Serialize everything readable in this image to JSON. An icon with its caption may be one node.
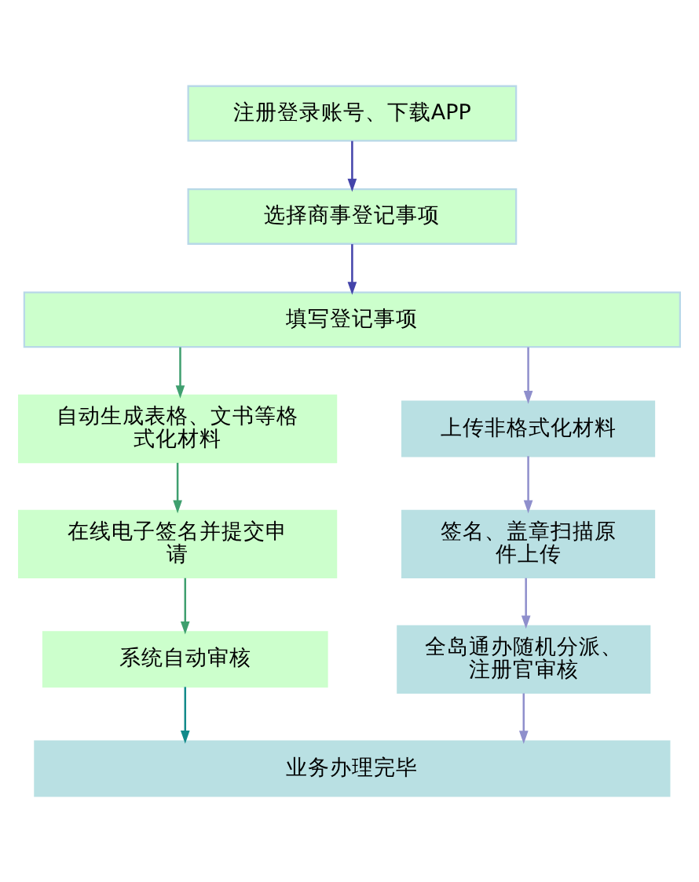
{
  "diagram": {
    "nodes": [
      {
        "text": [
          "注册登录账号、下载APP"
        ]
      },
      {
        "text": [
          "选择商事登记事项"
        ]
      },
      {
        "text": [
          "填写登记事项"
        ]
      },
      {
        "text": [
          "自动生成表格、文书等格式化材料"
        ]
      },
      {
        "text": [
          "上传非格式化材料"
        ]
      },
      {
        "text": [
          "在线电子签名并提交申请"
        ]
      },
      {
        "text": [
          "签名、盖章扫描原件上传"
        ]
      },
      {
        "text": [
          "系统自动审核"
        ]
      },
      {
        "text": [
          "全岛通办随机分派、注册官审核"
        ]
      },
      {
        "text": [
          "业务办理完毕"
        ]
      }
    ],
    "edges": [
      {
        "from": 0,
        "to": 1,
        "arrow": "to",
        "color": "#4444aa"
      },
      {
        "from": 1,
        "to": 2,
        "arrow": "to",
        "color": "#4444aa"
      },
      {
        "from": 2,
        "to": 3,
        "arrow": "to",
        "color": "#3f9f6f"
      },
      {
        "from": 2,
        "to": 4,
        "arrow": "to"
      },
      {
        "from": 3,
        "to": 5,
        "arrow": "to",
        "color": "#3f9f6f"
      },
      {
        "from": 4,
        "to": 6,
        "arrow": "to"
      },
      {
        "from": 5,
        "to": 7,
        "arrow": "to",
        "color": "#3f9f6f"
      },
      {
        "from": 6,
        "to": 8,
        "arrow": "to"
      },
      {
        "from": 7,
        "to": 9,
        "arrow": "to",
        "color": "#138a8a"
      },
      {
        "from": 8,
        "to": 9,
        "arrow": "to"
      }
    ]
  }
}
